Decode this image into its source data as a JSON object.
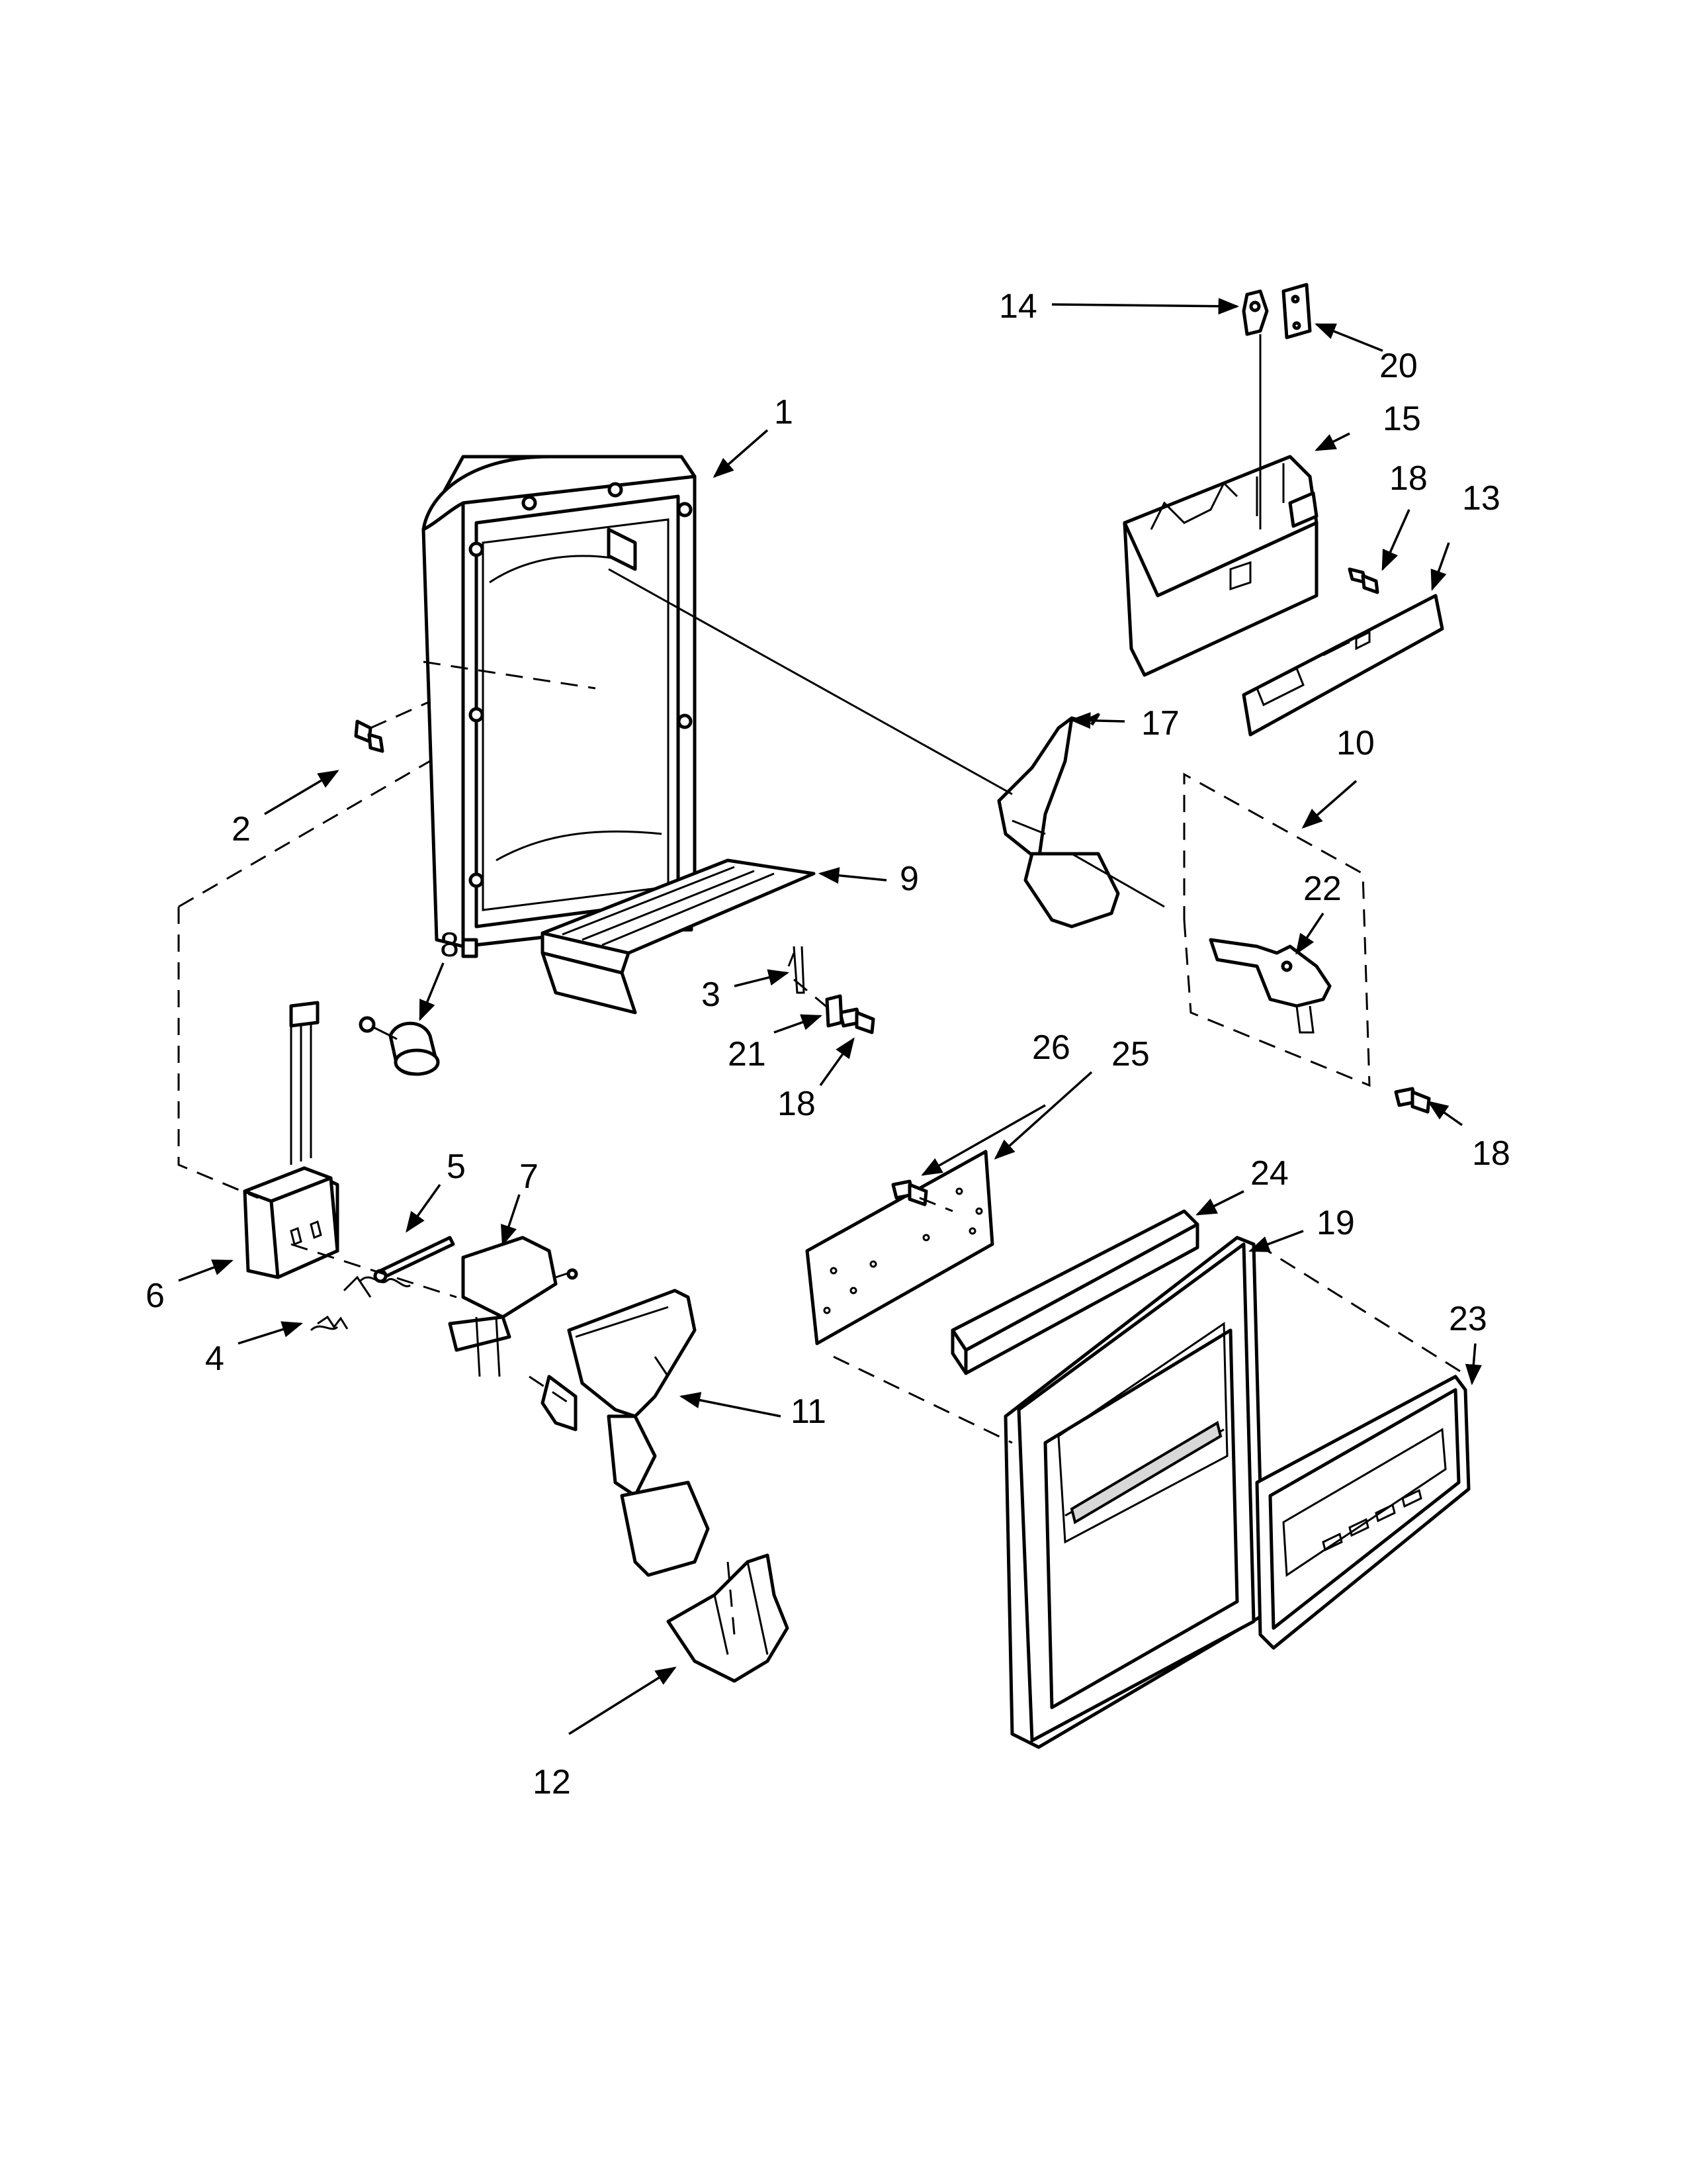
{
  "diagram": {
    "callouts": [
      "1",
      "2",
      "3",
      "4",
      "5",
      "6",
      "7",
      "8",
      "9",
      "10",
      "11",
      "12",
      "13",
      "14",
      "15",
      "17",
      "18",
      "18",
      "18",
      "19",
      "20",
      "21",
      "22",
      "23",
      "24",
      "25",
      "26"
    ]
  }
}
